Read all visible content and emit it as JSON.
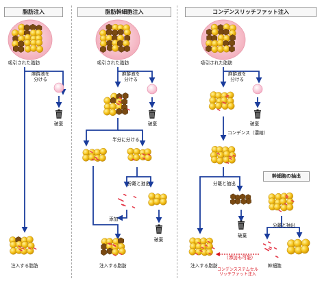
{
  "columns": [
    {
      "title": "脂肪注入"
    },
    {
      "title": "脂肪幹細胞注入"
    },
    {
      "title": "コンデンスリッチファット注入"
    }
  ],
  "labels": {
    "harvested_fat": "吸引された脂肪",
    "separate_anesthetic": "麻酔液を\n分ける",
    "discard": "破棄",
    "inject_fat": "注入する脂肪",
    "split_half": "半分に分ける",
    "separate_extract": "分離と抽出",
    "add": "添加",
    "condense": "コンデンス（濃縮）",
    "stem_cell_extraction": "幹細胞の抽出",
    "stem_cells": "幹細胞",
    "optional_add": "（添加も可能）",
    "condense_stem_cell": "コンデンスステムセル\nリッチファット注入"
  },
  "colors": {
    "arrow": "#1a3c9c",
    "fat_yellow": "#f5c21a",
    "fat_dark": "#7a4a12",
    "blood": "#e43a4a",
    "tissue_pink": "#f6c6cf",
    "accent_red": "#d8101c"
  }
}
